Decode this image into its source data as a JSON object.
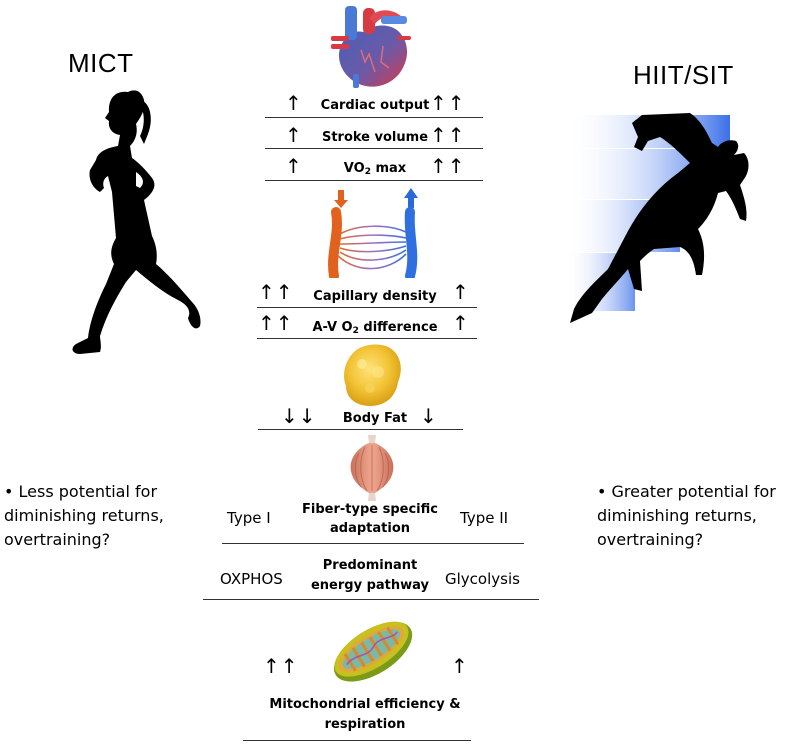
{
  "left_column": {
    "title": "MICT",
    "figure": "female-runner-silhouette",
    "note": "• Less potential for diminishing returns, overtraining?"
  },
  "right_column": {
    "title": "HIIT/SIT",
    "figure": "sprinter-silhouette",
    "note": "• Greater potential for diminishing returns, overtraining?",
    "accent_color": "#3b6fe8"
  },
  "sections": {
    "cardiac": {
      "icon": "heart-icon",
      "rows": [
        {
          "label": "Cardiac output",
          "mict": "↑",
          "hiit": "↑↑"
        },
        {
          "label": "Stroke volume",
          "mict": "↑",
          "hiit": "↑↑"
        },
        {
          "label_main": "VO",
          "label_sub": "2",
          "label_tail": " max",
          "mict": "↑",
          "hiit": "↑↑"
        }
      ]
    },
    "vascular": {
      "icon": "capillary-bed-icon",
      "rows": [
        {
          "label": "Capillary density",
          "mict": "↑↑",
          "hiit": "↑"
        },
        {
          "label_main": "A-V O",
          "label_sub": "2",
          "label_tail": " difference",
          "mict": "↑↑",
          "hiit": "↑"
        }
      ]
    },
    "fat": {
      "icon": "adipose-tissue-icon",
      "rows": [
        {
          "label": "Body Fat",
          "mict": "↓↓",
          "hiit": "↓"
        }
      ]
    },
    "muscle": {
      "icon": "muscle-icon",
      "rows": [
        {
          "label_line1": "Fiber-type specific",
          "label_line2": "adaptation",
          "mict": "Type I",
          "hiit": "Type II"
        },
        {
          "label_line1": "Predominant",
          "label_line2": "energy pathway",
          "mict": "OXPHOS",
          "hiit": "Glycolysis"
        }
      ]
    },
    "mitochondria": {
      "icon": "mitochondrion-icon",
      "rows": [
        {
          "label_line1": "Mitochondrial efficiency &",
          "label_line2": "respiration",
          "mict": "↑↑",
          "hiit": "↑"
        }
      ]
    }
  }
}
